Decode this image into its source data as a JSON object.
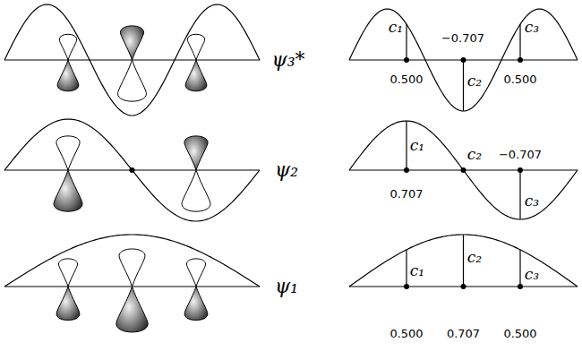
{
  "diagram": {
    "labels": [
      "ψ₃*",
      "c₁",
      "−0.707",
      "c₃",
      "0.500",
      "c₂",
      "0.500",
      "ψ₂",
      "c₁",
      "c₂",
      "−0.707",
      "0.707",
      "c₃",
      "ψ₁",
      "c₁",
      "c₂",
      "c₃",
      "0.500",
      "0.707",
      "0.500"
    ]
  }
}
